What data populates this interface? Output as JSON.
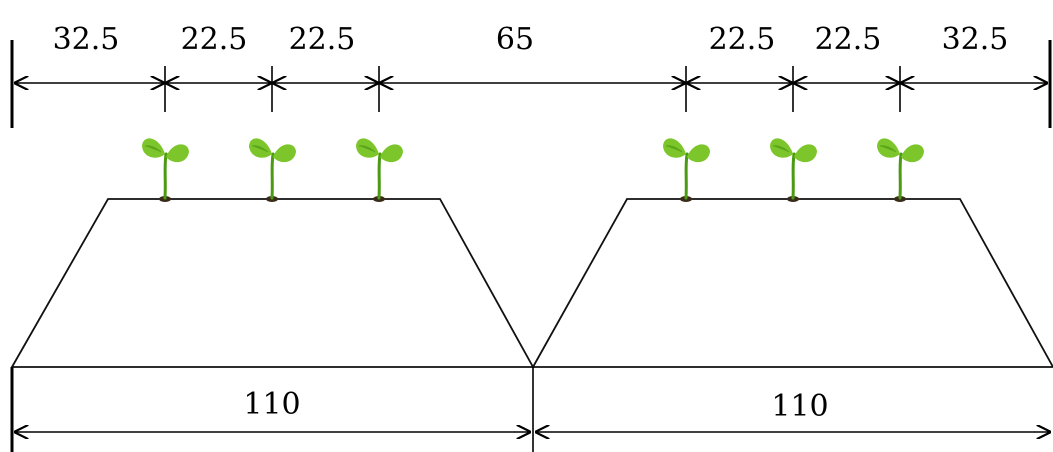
{
  "top_dimensions": [
    "32.5",
    "22.5",
    "22.5",
    "65",
    "22.5",
    "22.5",
    "32.5"
  ],
  "bottom_dimensions": [
    "110",
    "110"
  ],
  "colors": {
    "line": "#000000",
    "leaf": "#7cc52a",
    "stem": "#4a9a12"
  },
  "icons": {
    "plant": "seedling-icon"
  }
}
